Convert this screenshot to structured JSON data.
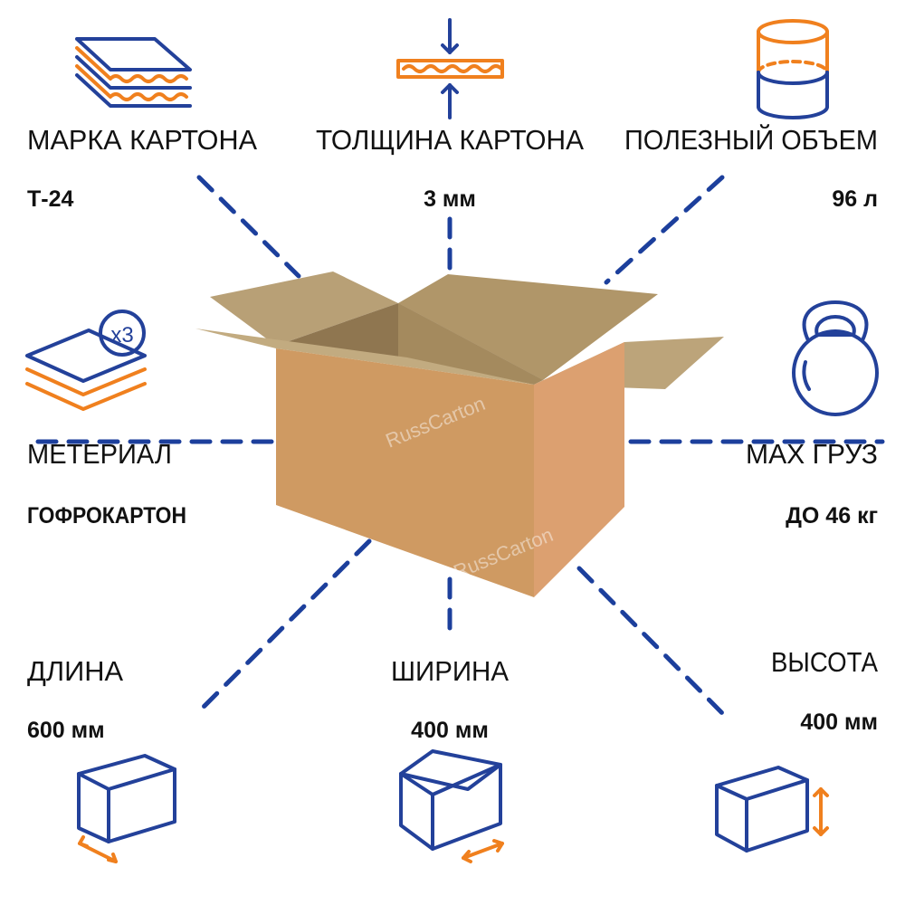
{
  "specs": {
    "grade": {
      "label": "МАРКА КАРТОНА",
      "value": "Т-24"
    },
    "thickness": {
      "label": "ТОЛЩИНА КАРТОНА",
      "value": "3 мм"
    },
    "volume": {
      "label": "ПОЛЕЗНЫЙ ОБЪЕМ",
      "value": "96 л"
    },
    "material": {
      "label": "МЕТЕРИАЛ",
      "value": "ГОФРОКАРТОН",
      "badge": "x3"
    },
    "max_load": {
      "label": "MAX ГРУЗ",
      "value": "ДО 46 кг"
    },
    "length": {
      "label": "ДЛИНА",
      "value": "600 мм"
    },
    "width": {
      "label": "ШИРИНА",
      "value": "400 мм"
    },
    "height": {
      "label": "ВЫСОТА",
      "value": "400 мм"
    }
  },
  "watermark": "RussCarton",
  "colors": {
    "blue": "#23419a",
    "orange": "#f0801e",
    "cardboard": "#cf9a62"
  }
}
